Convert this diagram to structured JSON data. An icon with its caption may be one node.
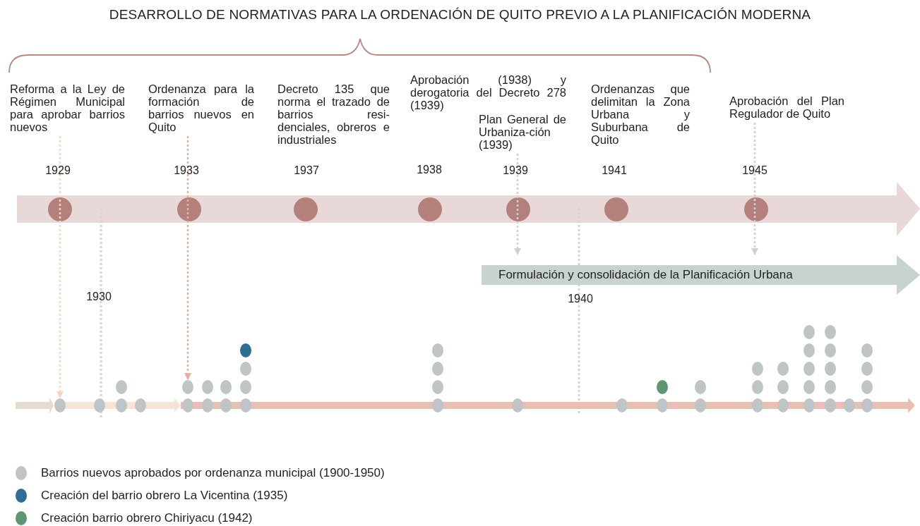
{
  "diagram": {
    "title": "DESARROLLO DE NORMATIVAS PARA LA ORDENACIÓN DE QUITO PREVIO A LA PLANIFICACIÓN MODERNA",
    "nodes": [
      {
        "text": [
          "Reforma a la Ley de Régimen Municipal para aprobar barrios nuevos"
        ]
      },
      {
        "text": [
          "Ordenanza para la formación de barrios nuevos en Quito"
        ]
      },
      {
        "text": [
          "Decreto 135 que norma el trazado de barrios resi-denciales, obreros e industriales"
        ]
      },
      {
        "text": [
          "Aprobación (1938) y derogatoria del Decreto 278 (1939)"
        ]
      },
      {
        "text": [
          "Plan General de Urbaniza-ción (1939)"
        ]
      },
      {
        "text": [
          "Ordenanzas que delimitan la Zona Urbana y Suburbana de Quito"
        ]
      },
      {
        "text": [
          "Aprobación del Plan Regulador de Quito"
        ]
      },
      {
        "text": [
          "Formulación y consolidación de la Planificación Urbana"
        ]
      },
      {
        "text": [],
        "shape": "circle"
      },
      {
        "text": [],
        "shape": "circle"
      }
    ],
    "edges": [
      {
        "from": 0,
        "to": 8,
        "arrow": "to",
        "style": "dashed",
        "color": "#f5d5bf"
      },
      {
        "from": 1,
        "to": 9,
        "arrow": "to",
        "style": "dashed",
        "color": "#e6b09d"
      },
      {
        "from": 4,
        "to": 7,
        "arrow": "to",
        "style": "dashed",
        "color": "#cfcfcf"
      },
      {
        "from": 6,
        "to": 7,
        "arrow": "to",
        "style": "dashed",
        "color": "#cfcfcf"
      }
    ],
    "labels": [
      "1929",
      "1933",
      "1937",
      "1938",
      "1939",
      "1941",
      "1945",
      "1930",
      "1940"
    ],
    "legend": [
      {
        "text": "Barrios nuevos aprobados por ordenanza municipal (1900-1950)",
        "color": "#bfc4c4"
      },
      {
        "text": "Creación del barrio obrero La Vicentina (1935)",
        "color": "#2f6e93"
      },
      {
        "text": "Creación barrio obrero Chiriyacu (1942)",
        "color": "#5e9673"
      }
    ]
  }
}
